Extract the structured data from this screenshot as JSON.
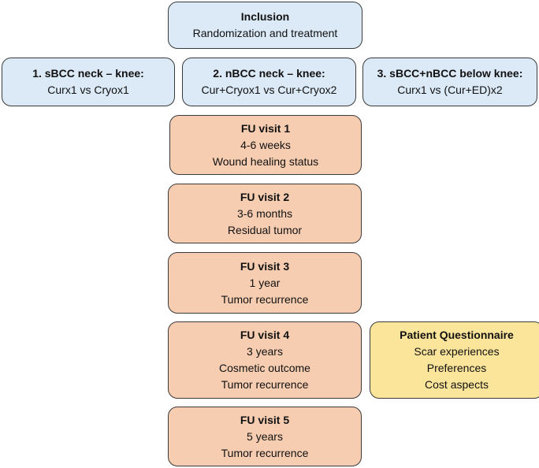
{
  "inclusion": {
    "title": "Inclusion",
    "line1": "Randomization and treatment"
  },
  "groups": [
    {
      "title": "1. sBCC neck – knee:",
      "detail": "Curx1 vs Cryox1"
    },
    {
      "title": "2. nBCC neck – knee:",
      "detail": "Cur+Cryox1 vs Cur+Cryox2"
    },
    {
      "title": "3. sBCC+nBCC below knee:",
      "detail": "Curx1 vs (Cur+ED)x2"
    }
  ],
  "visits": [
    {
      "title": "FU visit 1",
      "lines": [
        "4-6 weeks",
        "Wound healing status"
      ]
    },
    {
      "title": "FU visit 2",
      "lines": [
        "3-6 months",
        "Residual tumor"
      ]
    },
    {
      "title": "FU visit 3",
      "lines": [
        "1 year",
        "Tumor recurrence"
      ]
    },
    {
      "title": "FU visit 4",
      "lines": [
        "3 years",
        "Cosmetic outcome",
        "Tumor recurrence"
      ]
    },
    {
      "title": "FU visit 5",
      "lines": [
        "5 years",
        "Tumor recurrence"
      ]
    }
  ],
  "questionnaire": {
    "title": "Patient Questionnaire",
    "lines": [
      "Scar experiences",
      "Preferences",
      "Cost aspects"
    ]
  },
  "colors": {
    "blue_fill": "#dce9f7",
    "orange_fill": "#f7cdb1",
    "yellow_fill": "#fbe59a",
    "border": "#3a3a3a"
  }
}
